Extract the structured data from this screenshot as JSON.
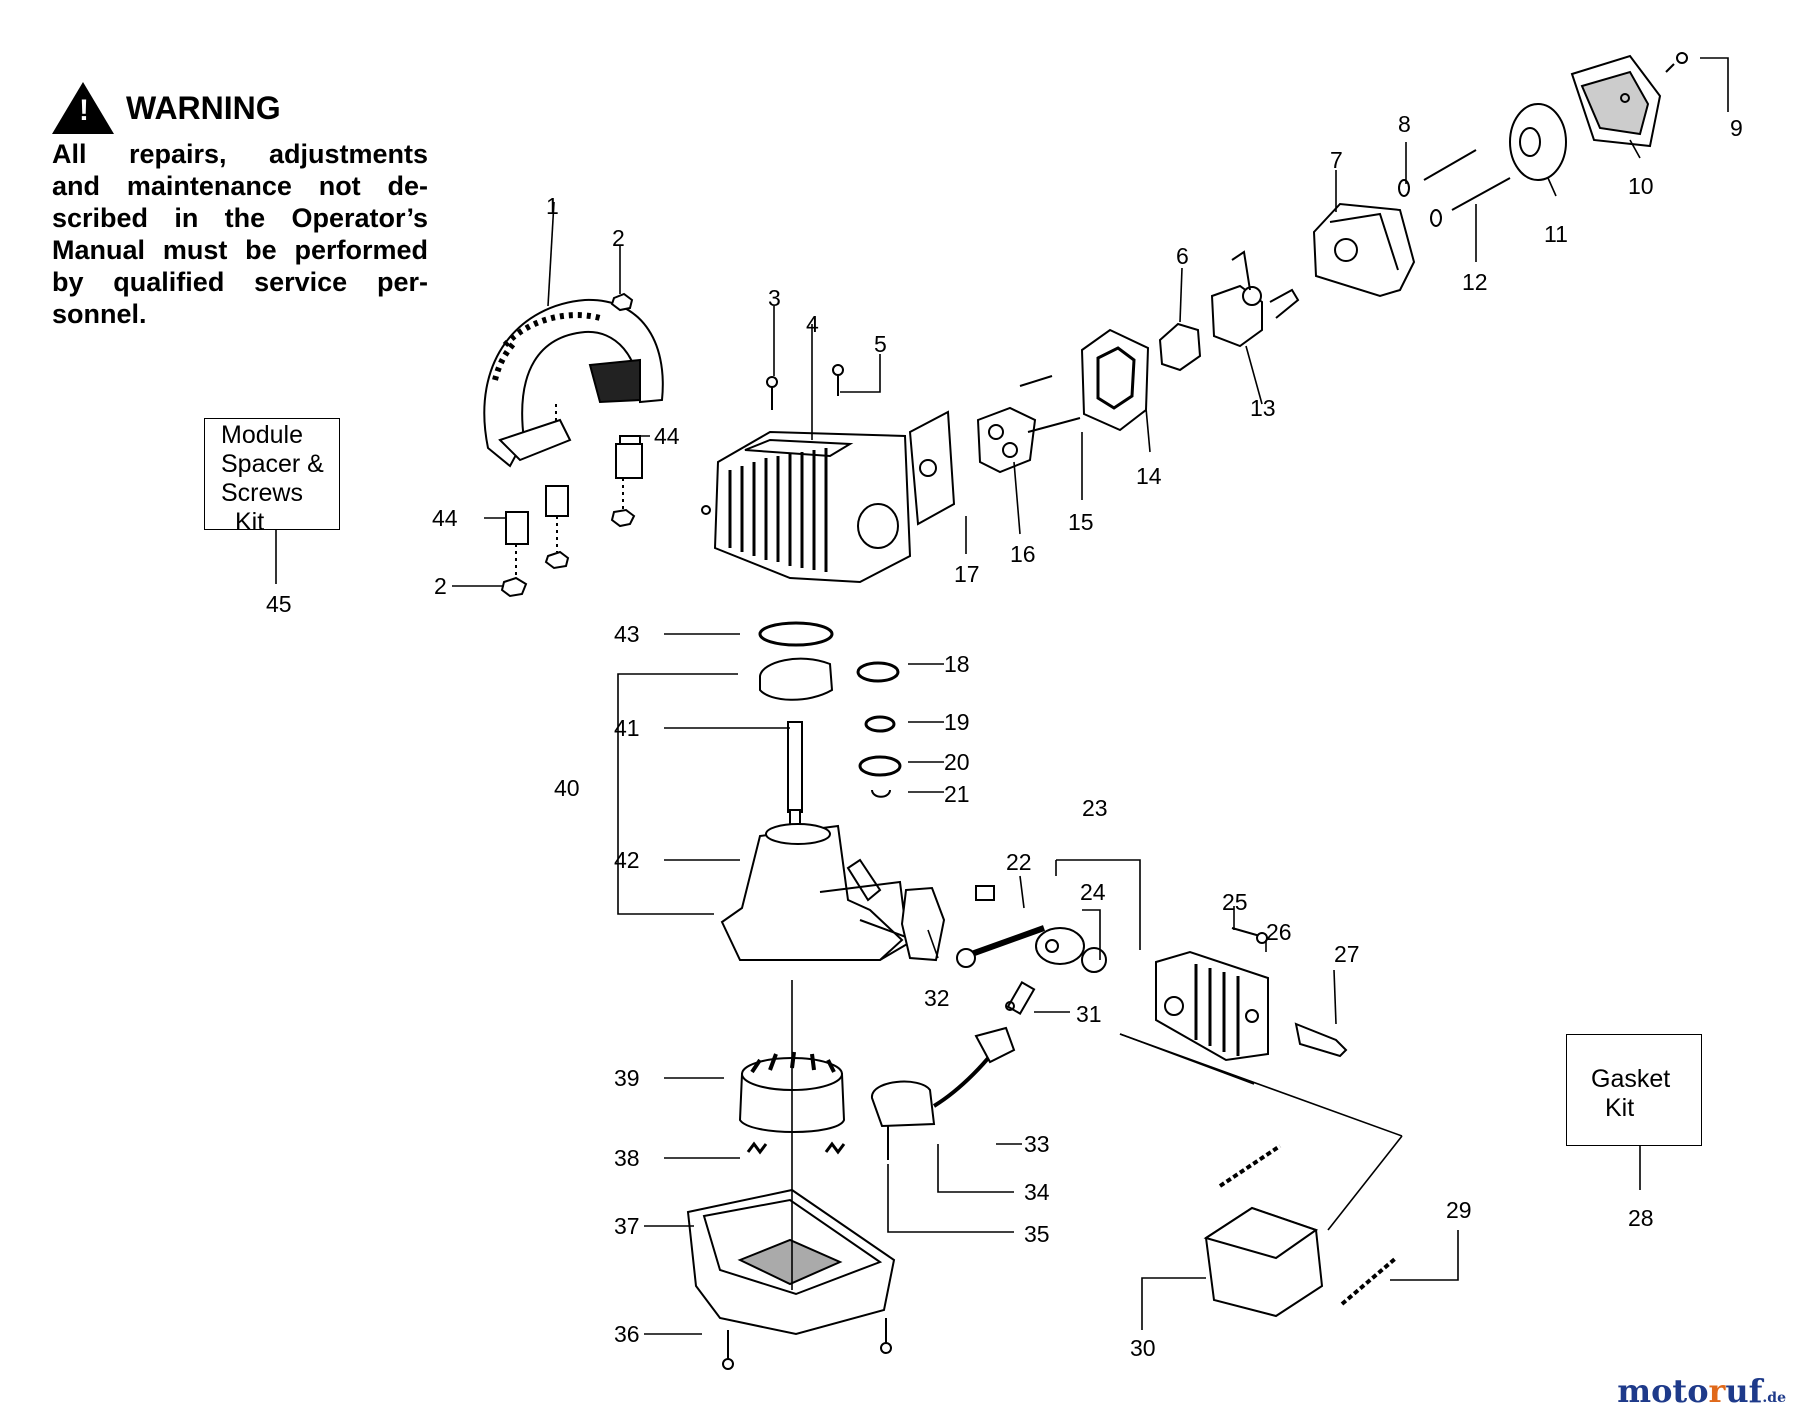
{
  "warning": {
    "title": "WARNING",
    "icon": "warning-triangle-icon",
    "lines": [
      "All repairs, adjustments",
      "and maintenance not de-",
      "scribed in the Operator’s",
      "Manual must be performed",
      "by qualified service per-",
      "sonnel."
    ]
  },
  "kits": {
    "module": {
      "lines": [
        "Module",
        "Spacer &",
        "Screws",
        "Kit"
      ],
      "number": "45"
    },
    "gasket": {
      "lines": [
        "Gasket",
        "Kit"
      ],
      "number": "28"
    }
  },
  "callouts": {
    "n1": "1",
    "n2a": "2",
    "n2b": "2",
    "n3": "3",
    "n4": "4",
    "n5": "5",
    "n6": "6",
    "n7": "7",
    "n8": "8",
    "n9": "9",
    "n10": "10",
    "n11": "11",
    "n12": "12",
    "n13": "13",
    "n14": "14",
    "n15": "15",
    "n16": "16",
    "n17": "17",
    "n18": "18",
    "n19": "19",
    "n20": "20",
    "n21": "21",
    "n22": "22",
    "n23": "23",
    "n24": "24",
    "n25": "25",
    "n26": "26",
    "n27": "27",
    "n29": "29",
    "n30": "30",
    "n31": "31",
    "n32": "32",
    "n33": "33",
    "n34": "34",
    "n35": "35",
    "n36": "36",
    "n37": "37",
    "n38": "38",
    "n39": "39",
    "n40": "40",
    "n41": "41",
    "n42": "42",
    "n43": "43",
    "n44a": "44",
    "n44b": "44"
  },
  "watermark": {
    "part1": "moto",
    "part2": "r",
    "part3": "uf",
    "suffix": ".de"
  }
}
